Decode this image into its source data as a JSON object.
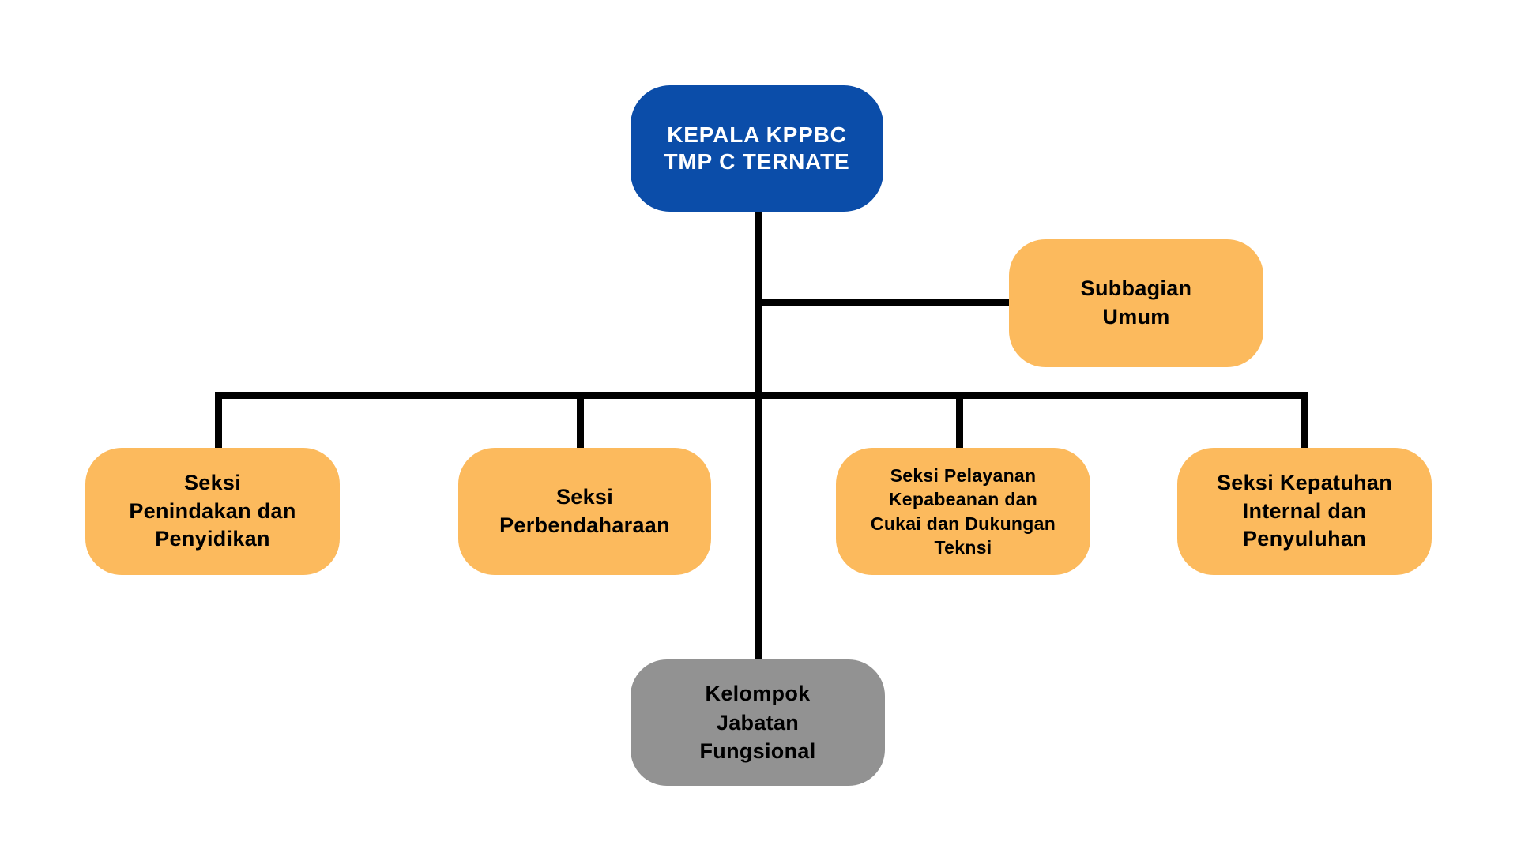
{
  "colors": {
    "node_blue": "#0B4DA9",
    "node_orange": "#FCBA5D",
    "node_gray": "#929292",
    "connector_black": "#000000",
    "background": "#FFFFFF",
    "text_on_blue": "#FFFFFF",
    "text_on_orange": "#000000"
  },
  "org": {
    "root": {
      "label": "KEPALA KPPBC\nTMP C TERNATE"
    },
    "staff": {
      "label": "Subbagian\nUmum"
    },
    "sections": [
      {
        "label": "Seksi\nPenindakan dan\nPenyidikan"
      },
      {
        "label": "Seksi\nPerbendaharaan"
      },
      {
        "label": "Seksi Pelayanan\nKepabeanan dan\nCukai dan Dukungan\nTeknsi"
      },
      {
        "label": "Seksi Kepatuhan\nInternal dan\nPenyuluhan"
      }
    ],
    "functional": {
      "label": "Kelompok\nJabatan\nFungsional"
    }
  }
}
